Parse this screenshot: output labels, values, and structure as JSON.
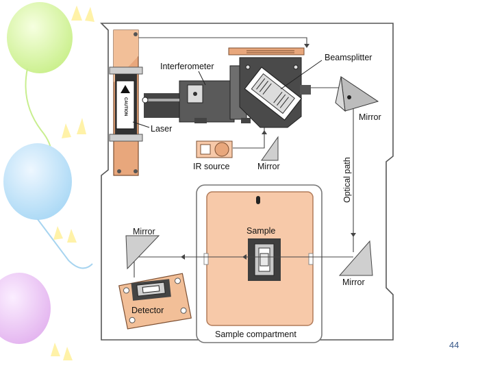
{
  "diagram": {
    "labels": {
      "interferometer": "Interferometer",
      "beamsplitter": "Beamsplitter",
      "laser": "Laser",
      "mirror_top_right": "Mirror",
      "ir_source": "IR source",
      "mirror_ir": "Mirror",
      "optical_path": "Optical path",
      "mirror_left": "Mirror",
      "sample": "Sample",
      "detector": "Detector",
      "mirror_bottom_right": "Mirror",
      "sample_compartment": "Sample compartment",
      "caution": "CAUTION"
    }
  },
  "page_number": "44",
  "colors": {
    "sample_fill": "#f7c9a9",
    "sample_stroke": "#b07a58",
    "instrument_dark": "#3c3c3c",
    "instrument_mid": "#6e6e6e",
    "copper": "#e8a77c",
    "page_number": "#3a5a8a"
  }
}
